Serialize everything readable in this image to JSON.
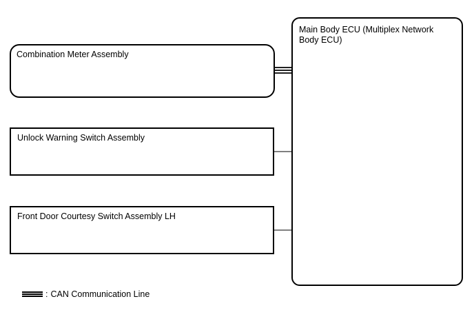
{
  "diagram": {
    "components": {
      "combination_meter": "Combination Meter Assembly",
      "unlock_warning_switch": "Unlock Warning Switch Assembly",
      "front_door_courtesy_switch": "Front Door Courtesy Switch Assembly LH",
      "main_body_ecu": "Main Body ECU (Multiplex Network Body ECU)"
    },
    "connections": [
      {
        "from": "combination_meter",
        "to": "main_body_ecu",
        "type": "CAN Communication Line"
      },
      {
        "from": "unlock_warning_switch",
        "to": "main_body_ecu",
        "type": "wire"
      },
      {
        "from": "front_door_courtesy_switch",
        "to": "main_body_ecu",
        "type": "wire"
      }
    ],
    "legend": {
      "separator": ":",
      "can_line_label": "CAN Communication Line"
    }
  }
}
